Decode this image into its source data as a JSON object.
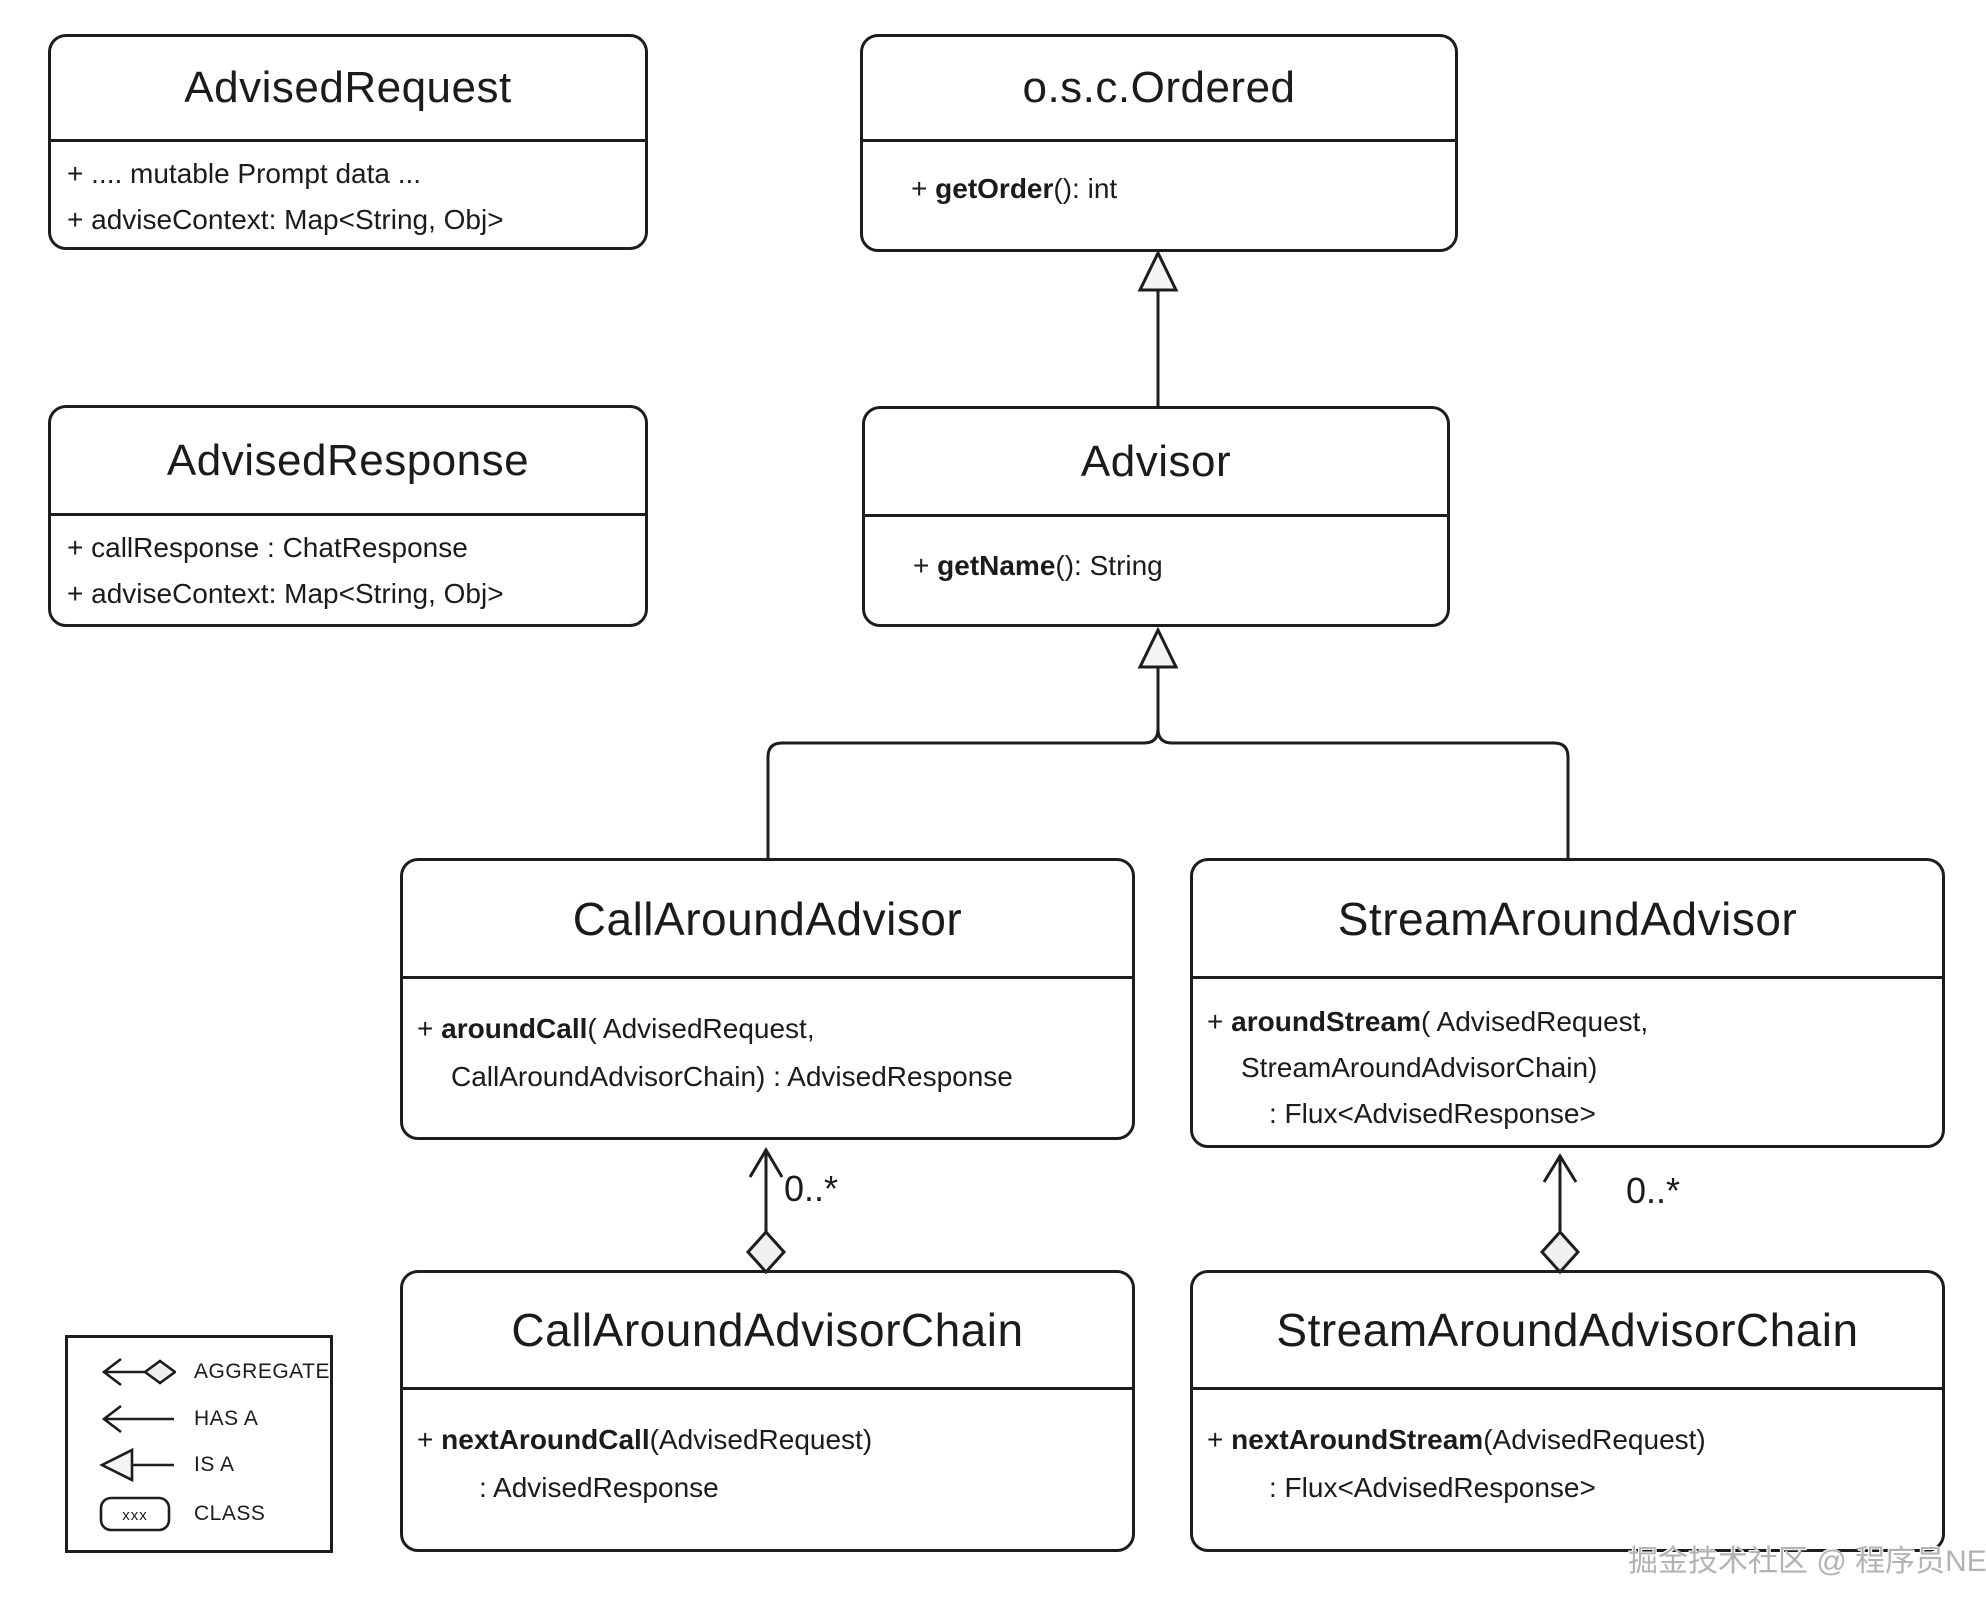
{
  "classes": {
    "advised_request": {
      "title": "AdvisedRequest",
      "lines": [
        {
          "indent": 0,
          "segs": [
            {
              "t": "+ .... mutable Prompt data ..."
            }
          ]
        },
        {
          "indent": 0,
          "segs": [
            {
              "t": "+ adviseContext: Map<String, Obj>"
            }
          ]
        }
      ]
    },
    "osc_ordered": {
      "title": "o.s.c.Ordered",
      "lines": [
        {
          "indent": 0,
          "segs": [
            {
              "t": "+ "
            },
            {
              "t": "getOrder",
              "b": true
            },
            {
              "t": "(): int"
            }
          ]
        }
      ]
    },
    "advised_response": {
      "title": "AdvisedResponse",
      "lines": [
        {
          "indent": 0,
          "segs": [
            {
              "t": "+ callResponse : ChatResponse"
            }
          ]
        },
        {
          "indent": 0,
          "segs": [
            {
              "t": "+ adviseContext: Map<String, Obj>"
            }
          ]
        }
      ]
    },
    "advisor": {
      "title": "Advisor",
      "lines": [
        {
          "indent": 0,
          "segs": [
            {
              "t": "+ "
            },
            {
              "t": "getName",
              "b": true
            },
            {
              "t": "(): String"
            }
          ]
        }
      ]
    },
    "call_around_advisor": {
      "title": "CallAroundAdvisor",
      "lines": [
        {
          "indent": 0,
          "segs": [
            {
              "t": "+ "
            },
            {
              "t": "aroundCall",
              "b": true
            },
            {
              "t": "( AdvisedRequest,"
            }
          ]
        },
        {
          "indent": 1,
          "segs": [
            {
              "t": "CallAroundAdvisorChain) : AdvisedResponse"
            }
          ]
        }
      ]
    },
    "stream_around_advisor": {
      "title": "StreamAroundAdvisor",
      "lines": [
        {
          "indent": 0,
          "segs": [
            {
              "t": "+ "
            },
            {
              "t": "aroundStream",
              "b": true
            },
            {
              "t": "( AdvisedRequest,"
            }
          ]
        },
        {
          "indent": 1,
          "segs": [
            {
              "t": "StreamAroundAdvisorChain)"
            }
          ]
        },
        {
          "indent": 2,
          "segs": [
            {
              "t": ": Flux<AdvisedResponse>"
            }
          ]
        }
      ]
    },
    "call_around_advisor_chain": {
      "title": "CallAroundAdvisorChain",
      "lines": [
        {
          "indent": 0,
          "segs": [
            {
              "t": "+ "
            },
            {
              "t": "nextAroundCall",
              "b": true
            },
            {
              "t": "(AdvisedRequest)"
            }
          ]
        },
        {
          "indent": 2,
          "segs": [
            {
              "t": ": AdvisedResponse"
            }
          ]
        }
      ]
    },
    "stream_around_advisor_chain": {
      "title": "StreamAroundAdvisorChain",
      "lines": [
        {
          "indent": 0,
          "segs": [
            {
              "t": "+ "
            },
            {
              "t": "nextAroundStream",
              "b": true
            },
            {
              "t": "(AdvisedRequest)"
            }
          ]
        },
        {
          "indent": 2,
          "segs": [
            {
              "t": ": Flux<AdvisedResponse>"
            }
          ]
        }
      ]
    }
  },
  "relations": {
    "call_multiplicity": "0..*",
    "stream_multiplicity": "0..*"
  },
  "legend": {
    "items": [
      {
        "icon": "aggregate-icon",
        "label": "AGGREGATE"
      },
      {
        "icon": "has-a-arrow-icon",
        "label": "HAS A"
      },
      {
        "icon": "is-a-arrow-icon",
        "label": "IS A"
      },
      {
        "icon": "class-box-icon",
        "label": "CLASS",
        "sample": "xxx"
      }
    ]
  },
  "watermark": "掘金技术社区 @ 程序员NEO",
  "colors": {
    "border": "#1d1d1d",
    "triangle_fill": "#f4f4f4",
    "diamond_fill": "#f0f0f0",
    "watermark": "#b3b3b3"
  }
}
